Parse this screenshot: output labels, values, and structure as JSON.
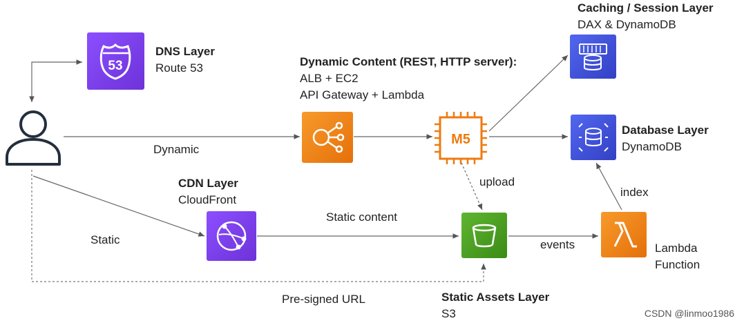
{
  "layers": {
    "dns": {
      "title": "DNS Layer",
      "subtitle": "Route 53",
      "icon_text": "53"
    },
    "dynamic": {
      "title": "Dynamic Content (REST, HTTP server):",
      "line1": "ALB + EC2",
      "line2": "API Gateway + Lambda"
    },
    "caching": {
      "title": "Caching / Session Layer",
      "subtitle": "DAX & DynamoDB"
    },
    "database": {
      "title": "Database Layer",
      "subtitle": "DynamoDB"
    },
    "cdn": {
      "title": "CDN Layer",
      "subtitle": "CloudFront"
    },
    "static_assets": {
      "title": "Static Assets Layer",
      "subtitle": "S3"
    },
    "lambda": {
      "line1": "Lambda",
      "line2": "Function"
    },
    "ec2": {
      "icon_text": "M5"
    }
  },
  "edges": {
    "dynamic": "Dynamic",
    "static": "Static",
    "static_content": "Static content",
    "upload": "upload",
    "events": "events",
    "index": "index",
    "presigned": "Pre-signed URL"
  },
  "watermark": "CSDN @linmoo1986",
  "colors": {
    "purple": "#7b3fe4",
    "orange": "#ee7a0f",
    "blue": "#3b48cc",
    "green": "#4a9a1f"
  }
}
